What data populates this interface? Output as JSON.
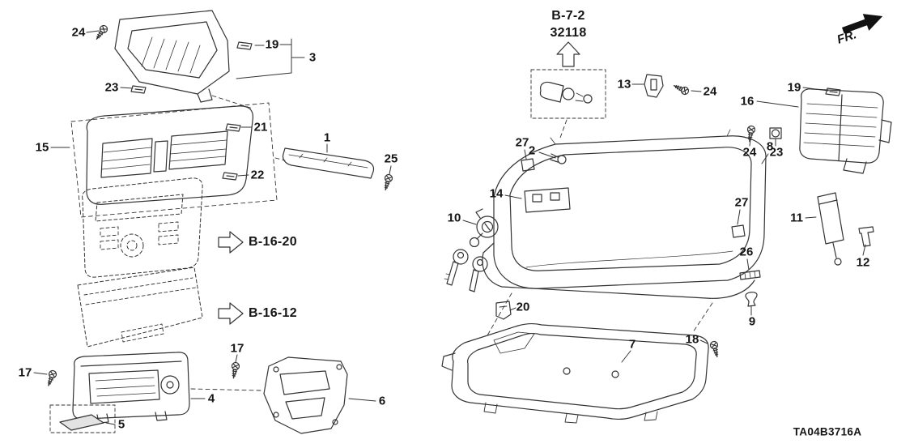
{
  "diagram": {
    "code": "TA04B3716A",
    "fr_label": "FR.",
    "b72_line1": "B-7-2",
    "b72_line2": "32118",
    "b1620": "B-16-20",
    "b1612": "B-16-12"
  },
  "callouts": [
    {
      "label": "24"
    },
    {
      "label": "19"
    },
    {
      "label": "3"
    },
    {
      "label": "23"
    },
    {
      "label": "15"
    },
    {
      "label": "21"
    },
    {
      "label": "22"
    },
    {
      "label": "1"
    },
    {
      "label": "25"
    },
    {
      "label": "17"
    },
    {
      "label": "17"
    },
    {
      "label": "4"
    },
    {
      "label": "5"
    },
    {
      "label": "6"
    },
    {
      "label": "13"
    },
    {
      "label": "24"
    },
    {
      "label": "16"
    },
    {
      "label": "19"
    },
    {
      "label": "24"
    },
    {
      "label": "23"
    },
    {
      "label": "27"
    },
    {
      "label": "2"
    },
    {
      "label": "8"
    },
    {
      "label": "14"
    },
    {
      "label": "10"
    },
    {
      "label": "27"
    },
    {
      "label": "11"
    },
    {
      "label": "12"
    },
    {
      "label": "26"
    },
    {
      "label": "9"
    },
    {
      "label": "18"
    },
    {
      "label": "20"
    },
    {
      "label": "7"
    }
  ]
}
